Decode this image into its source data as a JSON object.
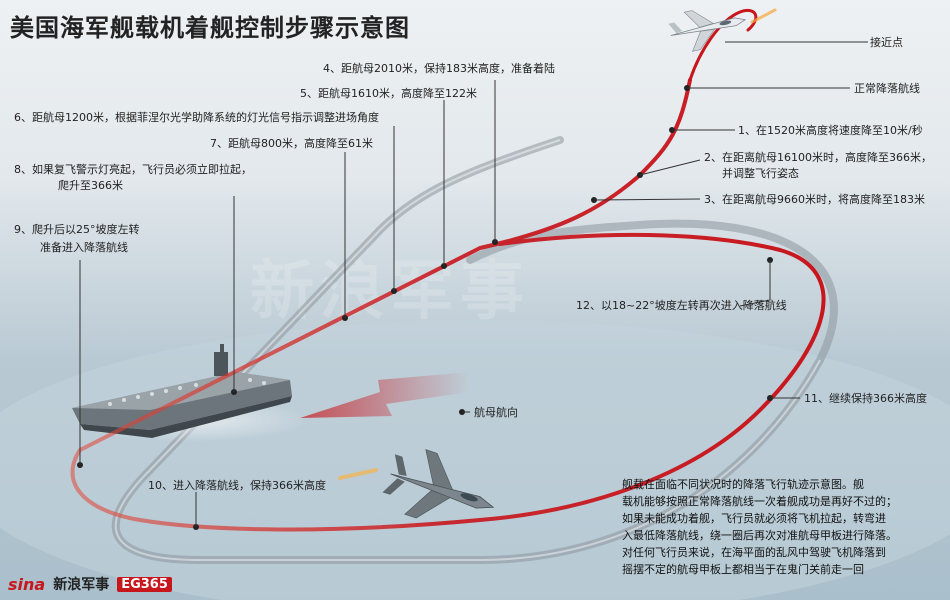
{
  "title": "美国海军舰载机着舰控制步骤示意图",
  "labels": {
    "approach_point": "接近点",
    "normal_pattern": "正常降落航线",
    "step1": "1、在1520米高度将速度降至10米/秒",
    "step2a": "2、在距离航母16100米时，高度降至366米，",
    "step2b": "并调整飞行姿态",
    "step3": "3、在距离航母9660米时，将高度降至183米",
    "step4": "4、距航母2010米，保持183米高度，准备着陆",
    "step5": "5、距航母1610米，高度降至122米",
    "step6": "6、距航母1200米，根据菲涅尔光学助降系统的灯光信号指示调整进场角度",
    "step7": "7、距航母800米，高度降至61米",
    "step8a": "8、如果复飞警示灯亮起，飞行员必须立即拉起，",
    "step8b": "爬升至366米",
    "step9a": "9、爬升后以25°坡度左转",
    "step9b": "准备进入降落航线",
    "step10": "10、进入降落航线，保持366米高度",
    "step11": "11、继续保持366米高度",
    "step12": "12、以18~22°坡度左转再次进入降落航线",
    "carrier_heading": "航母航向"
  },
  "note_lines": [
    "舰载在面临不同状况时的降落飞行轨迹示意图。舰",
    "载机能够按照正常降落航线一次着舰成功是再好不过的；",
    "如果未能成功着舰，飞行员就必须将飞机拉起，转弯进",
    "入最低降落航线，绕一圈后再次对准航母甲板进行降落。",
    "对任何飞行员来说，在海平面的乱风中驾驶飞机降落到",
    "摇摆不定的航母甲板上都相当于在鬼门关前走一回"
  ],
  "brand": {
    "logo": "sina",
    "name": "新浪军事",
    "partner": "EG365",
    "watermark": "新浪军事"
  },
  "colors": {
    "path_red": "#c8161d",
    "shadow_gray": "#8c969c",
    "text": "#222222",
    "leader": "#333333"
  },
  "icons": [
    "aircraft-icon",
    "jet-icon",
    "carrier-icon",
    "heading-arrow-icon"
  ]
}
